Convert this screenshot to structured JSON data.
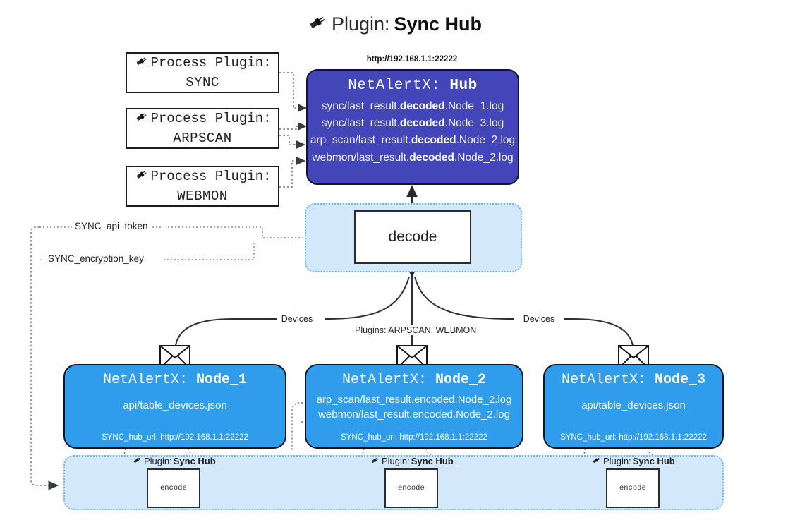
{
  "title": {
    "prefix": "Plugin:",
    "name": "Sync Hub",
    "icon": "plug-icon"
  },
  "process_plugins": [
    {
      "label": "Process Plugin:",
      "name": "SYNC"
    },
    {
      "label": "Process Plugin:",
      "name": "ARPSCAN"
    },
    {
      "label": "Process Plugin:",
      "name": "WEBMON"
    }
  ],
  "hub": {
    "url": "http://192.168.1.1:22222",
    "app": "NetAlertX:",
    "name": "Hub",
    "logs": [
      {
        "pre": "sync/last_result.",
        "em": "decoded",
        "post": ".Node_1.log"
      },
      {
        "pre": "sync/last_result.",
        "em": "decoded",
        "post": ".Node_3.log"
      },
      {
        "pre": "arp_scan/last_result.",
        "em": "decoded",
        "post": ".Node_2.log"
      },
      {
        "pre": "webmon/last_result.",
        "em": "decoded",
        "post": ".Node_2.log"
      }
    ]
  },
  "decode": {
    "label": "decode"
  },
  "keys": [
    {
      "label": "SYNC_api_token"
    },
    {
      "label": "SYNC_encryption_key"
    }
  ],
  "edge_labels": {
    "left": "Devices",
    "center": "Plugins: ARPSCAN, WEBMON",
    "right": "Devices"
  },
  "nodes": [
    {
      "app": "NetAlertX:",
      "name": "Node_1",
      "lines": [
        "api/table_devices.json"
      ],
      "hub_url": "SYNC_hub_url: http://192.168.1.1:22222",
      "icon": "envelope-icon"
    },
    {
      "app": "NetAlertX:",
      "name": "Node_2",
      "lines": [
        "arp_scan/last_result.encoded.Node_2.log",
        "webmon/last_result.encoded.Node_2.log"
      ],
      "hub_url": "SYNC_hub_url: http://192.168.1.1:22222",
      "icon": "envelope-icon"
    },
    {
      "app": "NetAlertX:",
      "name": "Node_3",
      "lines": [
        "api/table_devices.json"
      ],
      "hub_url": "SYNC_hub_url: http://192.168.1.1:22222",
      "icon": "envelope-icon"
    }
  ],
  "encoders": [
    {
      "plugin_prefix": "Plugin:",
      "plugin_name": "Sync Hub",
      "label": "encode"
    },
    {
      "plugin_prefix": "Plugin:",
      "plugin_name": "Sync Hub",
      "label": "encode"
    },
    {
      "plugin_prefix": "Plugin:",
      "plugin_name": "Sync Hub",
      "label": "encode"
    }
  ],
  "colors": {
    "hub": "#4246b9",
    "node": "#2f9deb",
    "container": "#d3e8fb",
    "container_border": "#7ab3dd",
    "stroke": "#2b2b2b"
  }
}
